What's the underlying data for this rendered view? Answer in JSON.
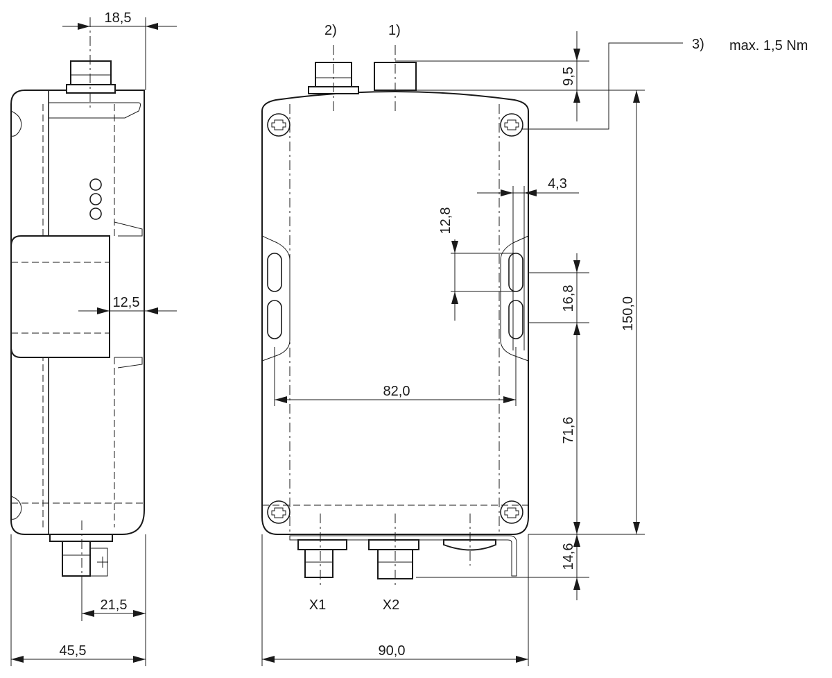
{
  "dimensions": {
    "d_18_5": "18,5",
    "d_12_5": "12,5",
    "d_21_5": "21,5",
    "d_45_5": "45,5",
    "d_9_5": "9,5",
    "d_4_3": "4,3",
    "d_12_8": "12,8",
    "d_16_8": "16,8",
    "d_82_0": "82,0",
    "d_71_6": "71,6",
    "d_150_0": "150,0",
    "d_14_6": "14,6",
    "d_90_0": "90,0"
  },
  "callouts": {
    "c1": "1)",
    "c2": "2)",
    "c3": "3)",
    "torque": "max. 1,5 Nm"
  },
  "connectors": {
    "x1": "X1",
    "x2": "X2"
  },
  "colors": {
    "line": "#1a1a1a",
    "background": "#ffffff"
  }
}
